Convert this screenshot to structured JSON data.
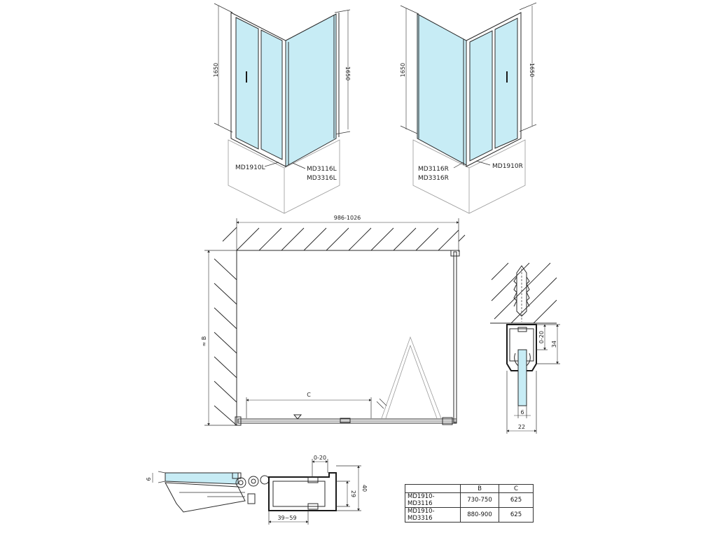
{
  "top_views": {
    "left": {
      "height_left": "1650",
      "height_right": "1650",
      "label_door": "MD1910L",
      "label_wall_1": "MD3116L",
      "label_wall_2": "MD3316L"
    },
    "right": {
      "height_left": "1650",
      "height_right": "1650",
      "label_door": "MD1910R",
      "label_wall_1": "MD3116R",
      "label_wall_2": "MD3316R"
    }
  },
  "plan_view": {
    "width_dim": "986-1026",
    "depth_dim": "≈ B",
    "opening_dim": "C"
  },
  "profile_detail": {
    "adjust_dim": "0-20",
    "height_dim": "34",
    "glass_dim": "6",
    "width_dim": "22"
  },
  "hinge_detail": {
    "glass_dim": "6",
    "adjust_dim": "0-20",
    "inner_dim": "29",
    "outer_dim": "40",
    "range_dim": "39~59"
  },
  "spec_table": {
    "headers": [
      "",
      "B",
      "C"
    ],
    "rows": [
      [
        "MD1910-MD3116",
        "730-750",
        "625"
      ],
      [
        "MD1910-MD3316",
        "880-900",
        "625"
      ]
    ]
  },
  "colors": {
    "glass": "#c7ecf5",
    "line": "#2a2a2a"
  }
}
